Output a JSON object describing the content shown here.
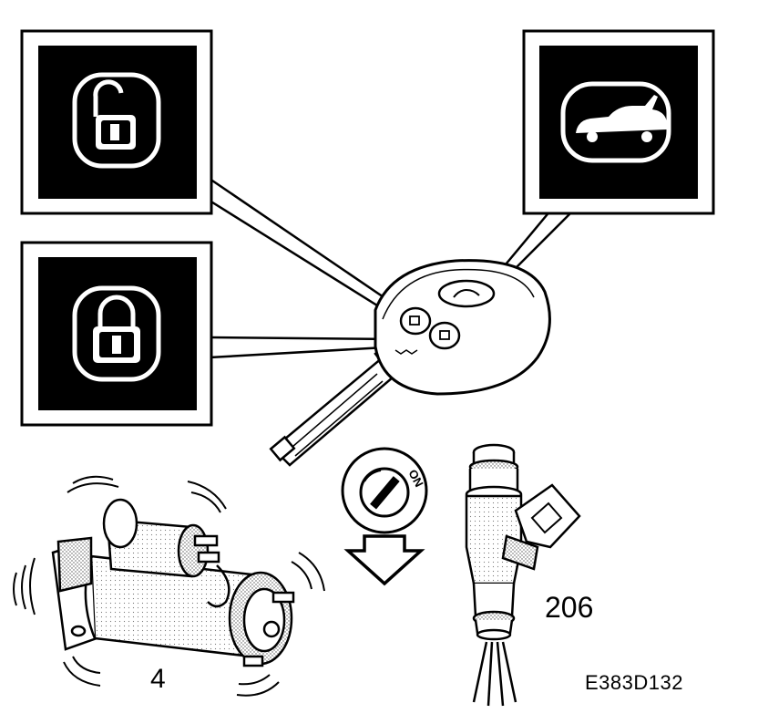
{
  "figure": {
    "labels": {
      "starter_motor": "4",
      "fuel_injector": "206",
      "figure_code": "E383D132"
    },
    "ignition": {
      "position_label": "ON"
    },
    "panels": [
      {
        "icon": "unlock-icon"
      },
      {
        "icon": "lock-icon"
      },
      {
        "icon": "trunk-icon"
      }
    ],
    "colors": {
      "ink": "#000000",
      "paper": "#ffffff",
      "shade": "#bdbdbd"
    }
  }
}
